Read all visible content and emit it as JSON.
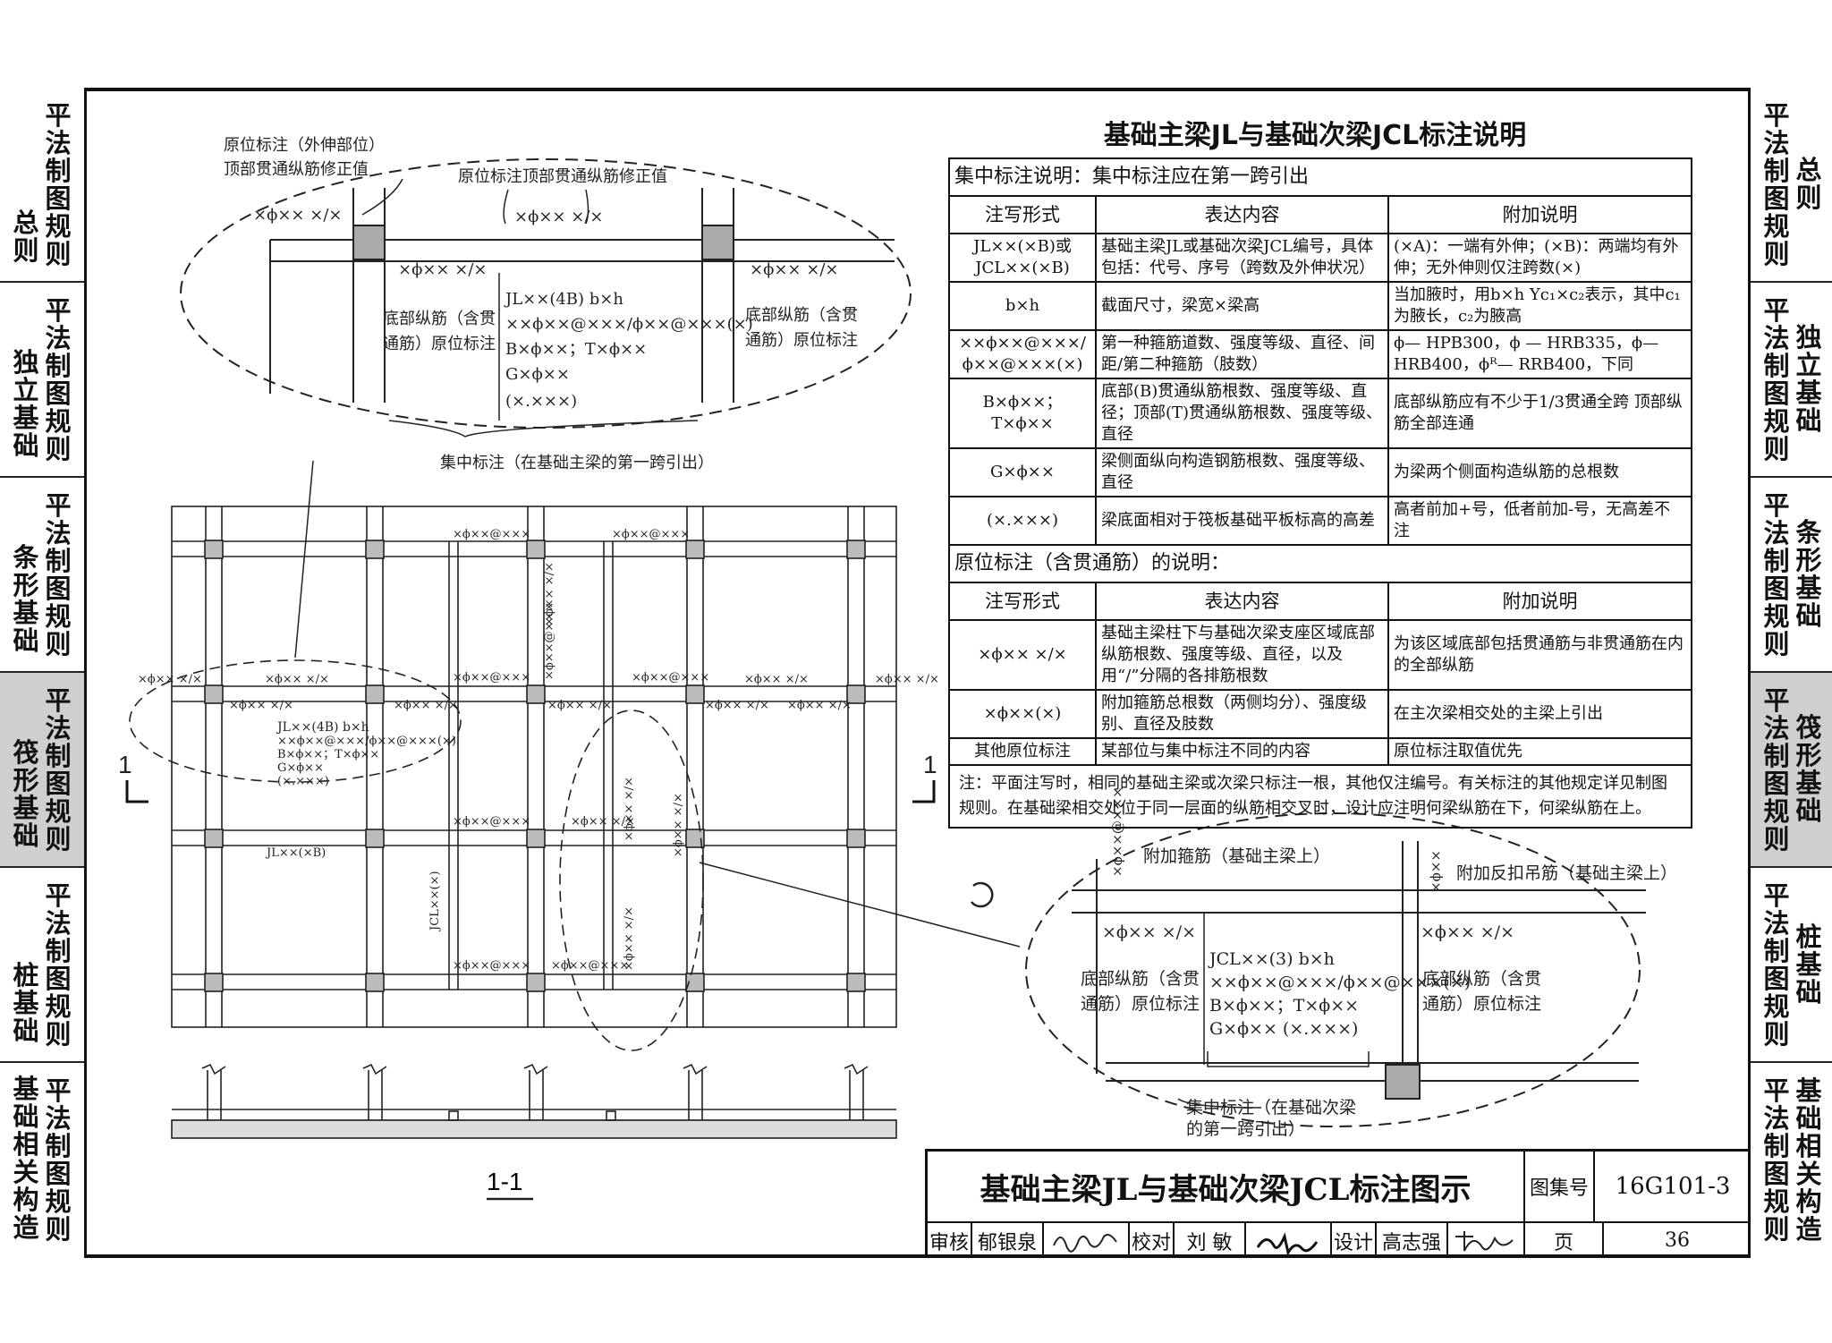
{
  "left_tabs": [
    {
      "c1": "总则",
      "c2": "平法制图规则",
      "active": false
    },
    {
      "c1": "独立基础",
      "c2": "平法制图规则",
      "active": false
    },
    {
      "c1": "条形基础",
      "c2": "平法制图规则",
      "active": false
    },
    {
      "c1": "筏形基础",
      "c2": "平法制图规则",
      "active": true
    },
    {
      "c1": "桩基础",
      "c2": "平法制图规则",
      "active": false
    },
    {
      "c1": "基础相关构造",
      "c2": "平法制图规则",
      "active": false
    }
  ],
  "right_tabs": [
    {
      "c1": "平法制图规则",
      "c2": "总则",
      "active": false
    },
    {
      "c1": "平法制图规则",
      "c2": "独立基础",
      "active": false
    },
    {
      "c1": "平法制图规则",
      "c2": "条形基础",
      "active": false
    },
    {
      "c1": "平法制图规则",
      "c2": "筏形基础",
      "active": true
    },
    {
      "c1": "平法制图规则",
      "c2": "桩基础",
      "active": false
    },
    {
      "c1": "平法制图规则",
      "c2": "基础相关构造",
      "active": false
    }
  ],
  "table": {
    "title": "基础主梁JL与基础次梁JCL标注说明",
    "concentrated_heading": "集中标注说明：集中标注应在第一跨引出",
    "col_headers": [
      "注写形式",
      "表达内容",
      "附加说明"
    ],
    "concentrated_rows": [
      [
        "JL××(×B)或 JCL××(×B)",
        "基础主梁JL或基础次梁JCL编号，具体包括：代号、序号（跨数及外伸状况）",
        "(×A)：一端有外伸；(×B)：两端均有外伸；无外伸则仅注跨数(×)"
      ],
      [
        "b×h",
        "截面尺寸，梁宽×梁高",
        "当加腋时，用b×h Yc₁×c₂表示，其中c₁为腋长，c₂为腋高"
      ],
      [
        "××ϕ××@×××/ ϕ××@×××(×)",
        "第一种箍筋道数、强度等级、直径、间距/第二种箍筋（肢数）",
        "ϕ— HPB300，ϕ — HRB335，ϕ— HRB400，ϕᴿ— RRB400，下同"
      ],
      [
        "B×ϕ××； T×ϕ××",
        "底部(B)贯通纵筋根数、强度等级、直径；顶部(T)贯通纵筋根数、强度等级、直径",
        "底部纵筋应有不少于1/3贯通全跨 顶部纵筋全部连通"
      ],
      [
        "G×ϕ××",
        "梁侧面纵向构造钢筋根数、强度等级、直径",
        "为梁两个侧面构造纵筋的总根数"
      ],
      [
        "(×.×××)",
        "梁底面相对于筏板基础平板标高的高差",
        "高者前加+号，低者前加-号，无高差不注"
      ]
    ],
    "in_situ_heading": "原位标注（含贯通筋）的说明：",
    "in_situ_rows": [
      [
        "×ϕ×× ×/×",
        "基础主梁柱下与基础次梁支座区域底部纵筋根数、强度等级、直径，以及用“/”分隔的各排筋根数",
        "为该区域底部包括贯通筋与非贯通筋在内的全部纵筋"
      ],
      [
        "×ϕ××(×)",
        "附加箍筋总根数（两侧均分）、强度级别、直径及肢数",
        "在主次梁相交处的主梁上引出"
      ],
      [
        "其他原位标注",
        "某部位与集中标注不同的内容",
        "原位标注取值优先"
      ]
    ],
    "note": "注：平面注写时，相同的基础主梁或次梁只标注一根，其他仅注编号。有关标注的其他规定详见制图规则。在基础梁相交处位于同一层面的纵筋相交叉时，设计应注明何梁纵筋在下，何梁纵筋在上。"
  },
  "callout_top": {
    "label_outrigger_1": "原位标注（外伸部位）",
    "label_outrigger_2": "顶部贯通纵筋修正值",
    "label_top_corr": "原位标注顶部贯通纵筋修正值",
    "rebar_a": "×ϕ×× ×/×",
    "rebar_b": "×ϕ×× ×/×",
    "rebar_c": "×ϕ×× ×/×",
    "rebar_d": "×ϕ×× ×/×",
    "jl_line1": "JL××(4B)  b×h",
    "jl_line2": "××ϕ××@×××/ϕ××@×××(×)",
    "jl_line3": "B×ϕ××；T×ϕ××",
    "jl_line4": "G×ϕ××",
    "jl_line5": "(×.×××)",
    "bottom_left_1": "底部纵筋（含贯",
    "bottom_left_2": "通筋）原位标注",
    "bottom_right_1": "底部纵筋（含贯",
    "bottom_right_2": "通筋）原位标注",
    "concentrated_label": "集中标注（在基础主梁的第一跨引出）"
  },
  "plan": {
    "stirrup_tag": "×ϕ××@×××",
    "rebar_tag": "×ϕ×× ×/×",
    "jl_small_1": "JL××(4B)  b×h",
    "jl_small_2": "××ϕ××@×××/ϕ××@×××(×)",
    "jl_small_3": "B×ϕ××；T×ϕ××",
    "jl_small_4": "G×ϕ××",
    "jl_small_5": "(×.×××)",
    "jl_b_label": "JL××(×B)",
    "jcl_label": "JCL××(×)",
    "section_mark": "1"
  },
  "callout_bottom": {
    "added_stirrup": "附加箍筋（基础主梁上）",
    "hanger_bar": "附加反扣吊筋（基础主梁上）",
    "rebar_l": "×ϕ×× ×/×",
    "rebar_r": "×ϕ×× ×/×",
    "jcl_line1": "JCL××(3)  b×h",
    "jcl_line2": "××ϕ××@×××/ϕ××@×××(×)",
    "jcl_line3": "B×ϕ××；T×ϕ××",
    "jcl_line4": "G×ϕ××  (×.×××)",
    "bottom_left_1": "底部纵筋（含贯",
    "bottom_left_2": "通筋）原位标注",
    "bottom_right_1": "底部纵筋（含贯",
    "bottom_right_2": "通筋）原位标注",
    "concentrated_1": "集中标注（在基础次梁",
    "concentrated_2": "的第一跨引出）",
    "stirrup_vert": "×ϕ××@×××",
    "hanger_vert": "×ϕ××"
  },
  "section_label": "1-1",
  "title_block": {
    "main_title": "基础主梁JL与基础次梁JCL标注图示",
    "atlas_label": "图集号",
    "atlas_no": "16G101-3",
    "review_label": "审核",
    "reviewer": "郁银泉",
    "check_label": "校对",
    "checker": "刘 敏",
    "design_label": "设计",
    "designer": "高志强",
    "page_label": "页",
    "page_no": "36"
  }
}
